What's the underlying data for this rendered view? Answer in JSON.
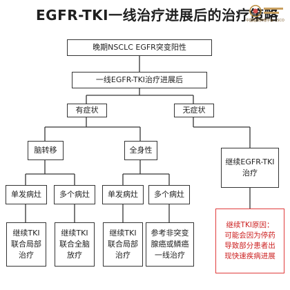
{
  "title": "EGFR-TKI一线治疗进展后的治疗策略",
  "logo": {
    "caption": "中国临床肿瘤学会 CSCO"
  },
  "nodes": {
    "root": "晚期NSCLC EGFR突变阳性",
    "progression": "一线EGFR-TKI治疗进展后",
    "symptomatic": "有症状",
    "asymptomatic": "无症状",
    "brain_mets": "脑转移",
    "systemic": "全身性",
    "continue_tki": "继续EGFR-TKI治疗",
    "brain_single": "单发病灶",
    "brain_multiple": "多个病灶",
    "sys_single": "单发病灶",
    "sys_multiple": "多个病灶",
    "brain_single_tx": "继续TKI\n联合局部\n治疗",
    "brain_multiple_tx": "继续TKI\n联合全脑\n放疗",
    "sys_single_tx": "继续TKI\n联合局部\n治疗",
    "sys_multiple_tx": "参考非突变\n腺癌或鳞癌\n一线治疗",
    "rationale": "继续TKI原因：\n可能会因为停药\n导致部分患者出\n现快速疾病进展"
  },
  "colors": {
    "line": "#333333",
    "rationale_border": "#e03a3a",
    "rationale_text": "#cc2020"
  }
}
